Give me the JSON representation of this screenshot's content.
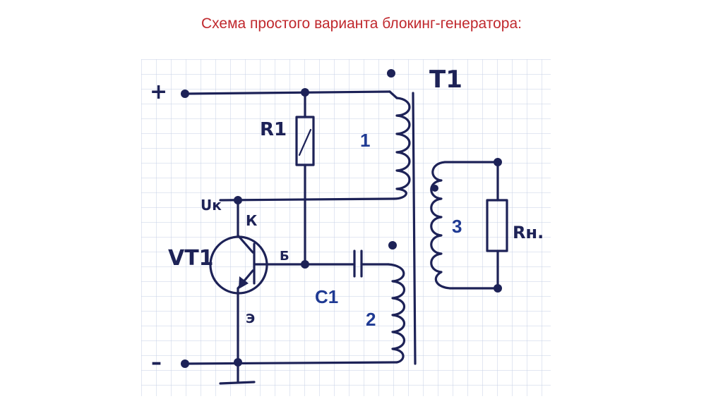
{
  "title": "Схема простого варианта блокинг-генератора:",
  "diagram": {
    "supply_plus": "+",
    "supply_minus": "–",
    "transformer": "T1",
    "resistor": "R1",
    "winding_1": "1",
    "winding_2": "2",
    "winding_3": "3",
    "collector_voltage": "Uк",
    "collector": "К",
    "base": "Б",
    "emitter": "Э",
    "transistor": "VT1",
    "capacitor": "C1",
    "load": "Rн."
  },
  "colors": {
    "title": "#c0282d",
    "ink": "#1d2257",
    "numbers": "#1f3a93",
    "grid": "#c5cfe6"
  }
}
